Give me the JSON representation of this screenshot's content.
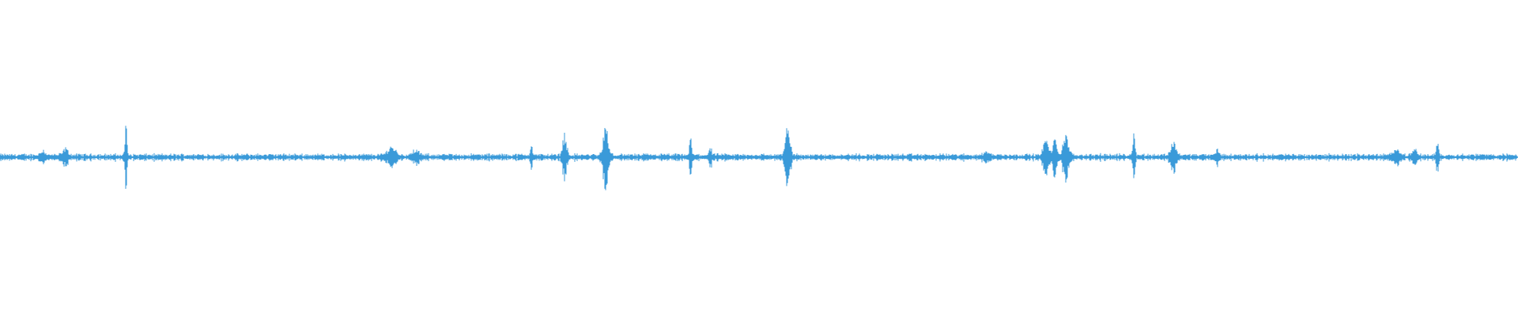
{
  "waveform": {
    "color": "#3a9ad9",
    "baseline_noise": 0.008,
    "peak_amplitude_max": 0.085,
    "bursts": [
      {
        "t": 0.028,
        "amp": 0.18,
        "spread": 0.0014
      },
      {
        "t": 0.043,
        "amp": 0.22,
        "spread": 0.0016
      },
      {
        "t": 0.083,
        "amp": 1.0,
        "spread": 0.0006
      },
      {
        "t": 0.258,
        "amp": 0.28,
        "spread": 0.0025
      },
      {
        "t": 0.274,
        "amp": 0.18,
        "spread": 0.0018
      },
      {
        "t": 0.35,
        "amp": 0.45,
        "spread": 0.0006
      },
      {
        "t": 0.372,
        "amp": 0.7,
        "spread": 0.0012
      },
      {
        "t": 0.399,
        "amp": 0.95,
        "spread": 0.0015
      },
      {
        "t": 0.455,
        "amp": 0.7,
        "spread": 0.0006
      },
      {
        "t": 0.468,
        "amp": 0.25,
        "spread": 0.0008
      },
      {
        "t": 0.519,
        "amp": 0.95,
        "spread": 0.0014
      },
      {
        "t": 0.65,
        "amp": 0.15,
        "spread": 0.0016
      },
      {
        "t": 0.689,
        "amp": 0.55,
        "spread": 0.0015
      },
      {
        "t": 0.695,
        "amp": 0.6,
        "spread": 0.0012
      },
      {
        "t": 0.702,
        "amp": 0.7,
        "spread": 0.0016
      },
      {
        "t": 0.747,
        "amp": 1.0,
        "spread": 0.0006
      },
      {
        "t": 0.773,
        "amp": 0.45,
        "spread": 0.0016
      },
      {
        "t": 0.802,
        "amp": 0.2,
        "spread": 0.001
      },
      {
        "t": 0.92,
        "amp": 0.25,
        "spread": 0.0018
      },
      {
        "t": 0.932,
        "amp": 0.2,
        "spread": 0.0012
      },
      {
        "t": 0.947,
        "amp": 0.5,
        "spread": 0.0007
      }
    ]
  }
}
